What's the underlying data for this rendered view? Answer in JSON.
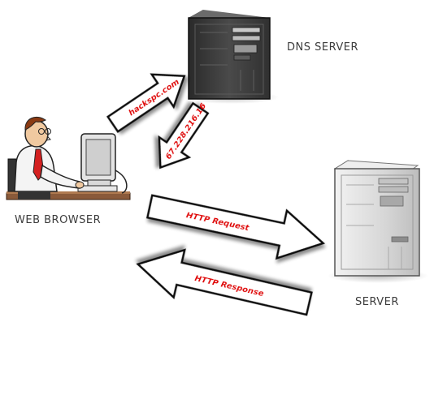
{
  "nodes": {
    "dns_server": {
      "label": "DNS SERVER"
    },
    "web_browser": {
      "label": "WEB BROWSER"
    },
    "server": {
      "label": "SERVER"
    }
  },
  "arrows": {
    "dns_query": {
      "label": "hackspc.com"
    },
    "dns_reply": {
      "label": "67.228.216.16"
    },
    "http_request": {
      "label": "HTTP Request"
    },
    "http_response": {
      "label": "HTTP Response"
    }
  },
  "colors": {
    "arrow_text": "#e00000",
    "arrow_fill": "#ffffff",
    "arrow_stroke": "#111111",
    "server_dark": "#3a3a3a",
    "server_light": "#d8d8d8",
    "label_text": "#3c3c3c"
  }
}
